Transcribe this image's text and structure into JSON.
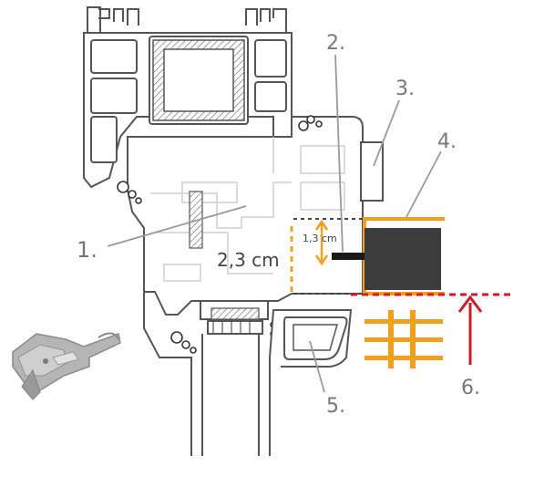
{
  "callouts": {
    "c1": "1.",
    "c2": "2.",
    "c3": "3.",
    "c4": "4.",
    "c5": "5.",
    "c6": "6."
  },
  "dimensions": {
    "depth": "2,3 cm",
    "gap": "1,3 cm"
  },
  "colors": {
    "outline": "#555555",
    "profile_fill": "#ffffff",
    "hatch": "#777777",
    "accent_orange": "#f0a020",
    "accent_red": "#d01a2a",
    "bracket_dark": "#3c3c3c",
    "leader": "#999999",
    "callout_text": "#777777",
    "clip_metal": "#a9a9a9"
  }
}
